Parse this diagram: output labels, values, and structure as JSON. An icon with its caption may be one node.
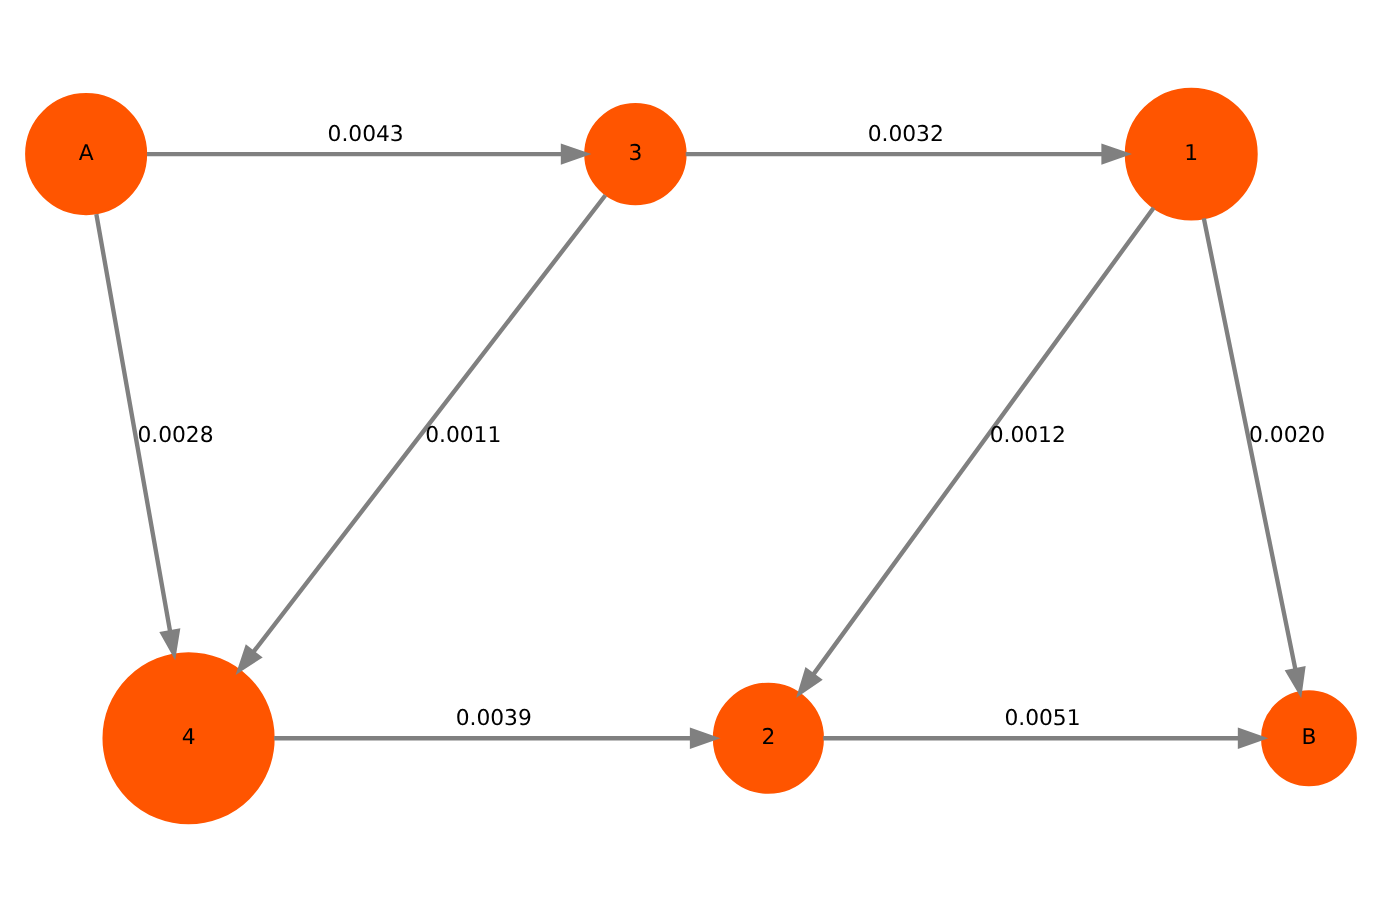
{
  "diagram": {
    "nodes": [
      {
        "text": [
          "A"
        ]
      },
      {
        "text": [
          "3"
        ]
      },
      {
        "text": [
          "1"
        ]
      },
      {
        "text": [
          "4"
        ]
      },
      {
        "text": [
          "2"
        ]
      },
      {
        "text": [
          "B"
        ]
      }
    ],
    "edges": [
      {
        "from": 0,
        "to": 1,
        "arrow": "to",
        "label": "0.0043"
      },
      {
        "from": 1,
        "to": 2,
        "arrow": "to",
        "label": "0.0032"
      },
      {
        "from": 0,
        "to": 3,
        "arrow": "to",
        "label": "0.0028"
      },
      {
        "from": 1,
        "to": 3,
        "arrow": "to",
        "label": "0.0011"
      },
      {
        "from": 2,
        "to": 4,
        "arrow": "to",
        "label": "0.0012"
      },
      {
        "from": 2,
        "to": 5,
        "arrow": "to",
        "label": "0.0020"
      },
      {
        "from": 3,
        "to": 4,
        "arrow": "to",
        "label": "0.0039"
      },
      {
        "from": 4,
        "to": 5,
        "arrow": "to",
        "label": "0.0051"
      }
    ]
  }
}
